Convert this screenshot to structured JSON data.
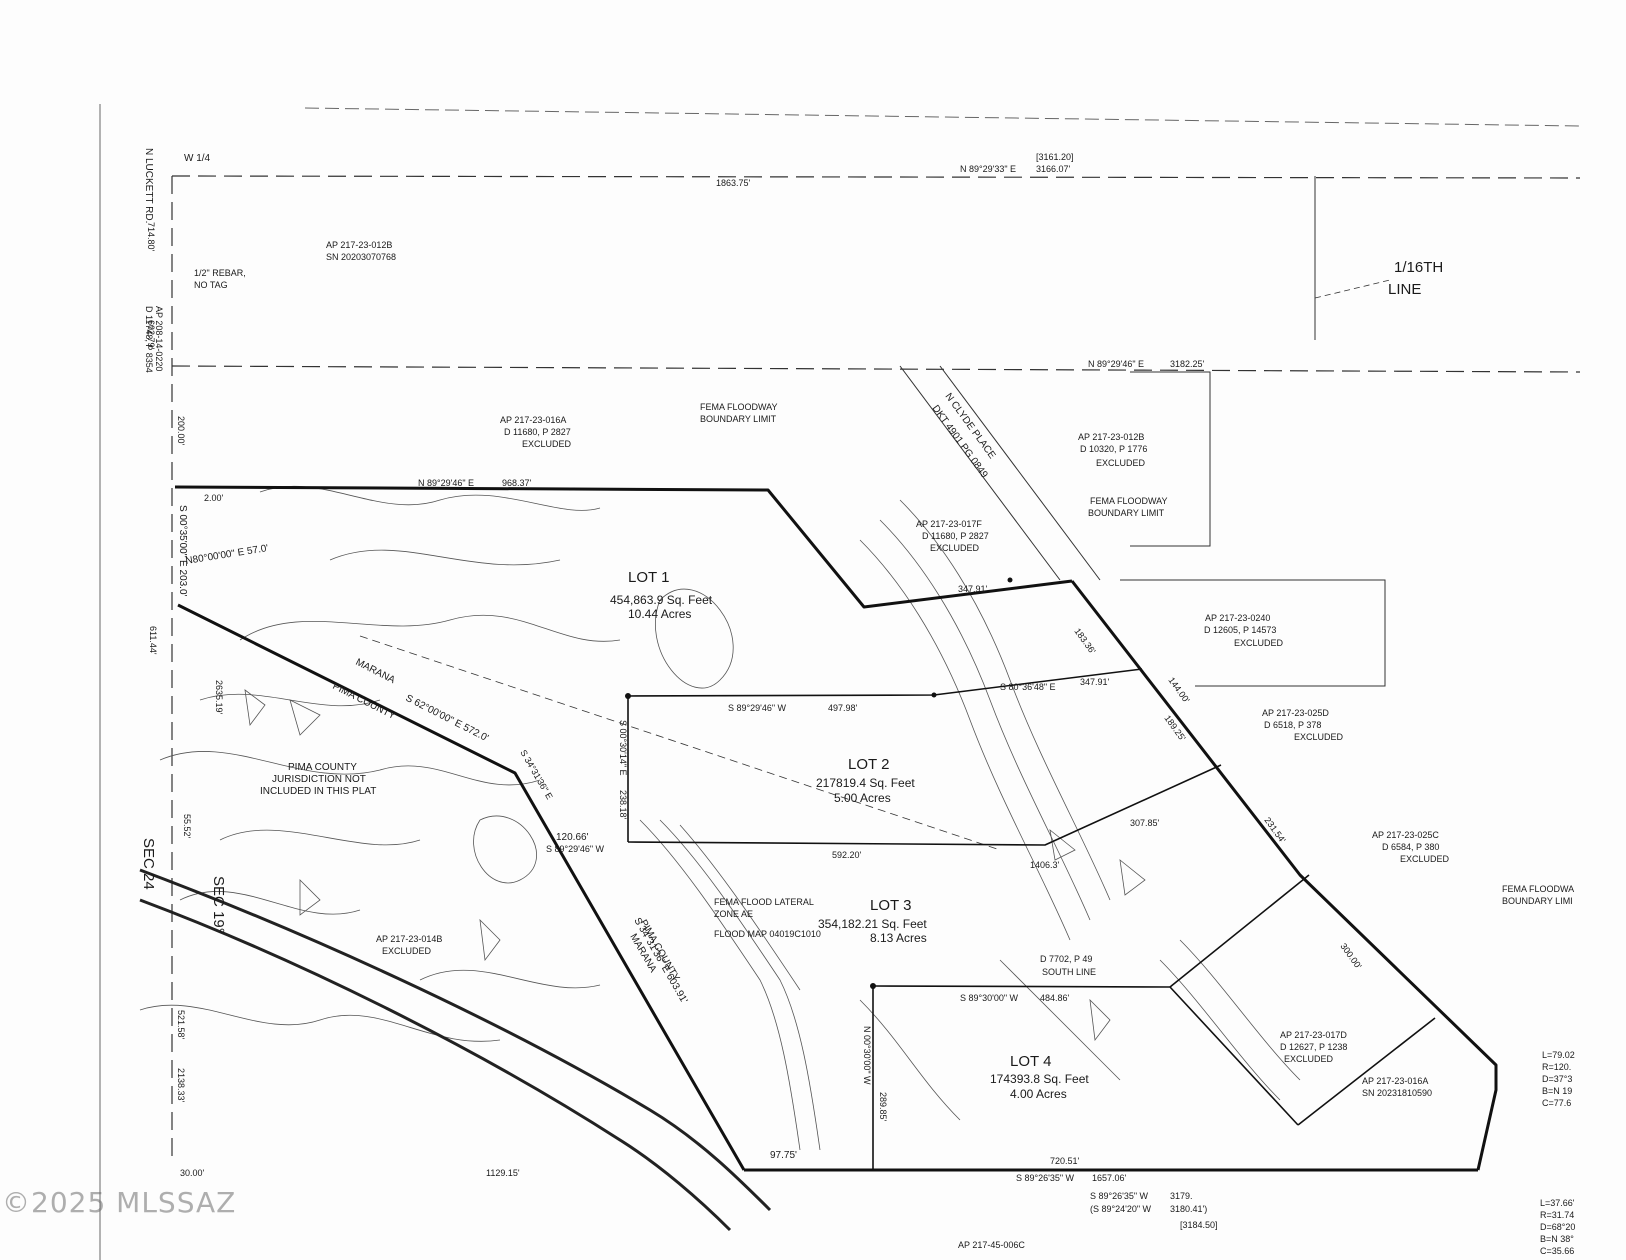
{
  "map": {
    "section_top_left": "W 1/4",
    "road_west": "N LUCKETT RD.",
    "road_clyde": "N CLYDE PLACE",
    "road_clyde_ref": "DKT 4901 PG 0849",
    "sixteenth_line_1": "1/16TH",
    "sixteenth_line_2": "LINE",
    "sec_24": "SEC 24",
    "sec_19": "SEC 19°",
    "rebar_1": "1/2\" REBAR,",
    "rebar_2": "NO TAG",
    "top_bearing": "N 89°29'33\" E",
    "top_dist": "3166.07'",
    "top_record": "[3161.20]",
    "top_partial": "1863.75'",
    "mid_bearing": "N 89°29'46\" E",
    "mid_dist": "3182.25'",
    "west_dist_1": "714.80'",
    "west_dist_2": "602.79'",
    "west_dist_3": "200.00'",
    "west_dist_4": "2635.19'",
    "west_dist_5": "55.52'",
    "west_dist_6": "521.58'",
    "west_dist_7": "2138.33'",
    "west_dist_8": "611.44'"
  },
  "parcels": {
    "ap_012b_top_1": "AP 217-23-012B",
    "ap_012b_top_2": "SN 20203070768",
    "ap_016a_1": "AP 217-23-016A",
    "ap_016a_2": "D 11680, P 2827",
    "ap_016a_3": "EXCLUDED",
    "ap_012b_right_1": "AP 217-23-012B",
    "ap_012b_right_2": "D 10320, P 1776",
    "ap_012b_right_3": "EXCLUDED",
    "ap_017f_1": "AP 217-23-017F",
    "ap_017f_2": "D 11680, P 2827",
    "ap_017f_3": "EXCLUDED",
    "ap_024_1": "AP 217-23-0240",
    "ap_024_2": "D 12605, P 14573",
    "ap_024_3": "EXCLUDED",
    "ap_025d_1": "AP 217-23-025D",
    "ap_025d_2": "D 6518, P 378",
    "ap_025d_3": "EXCLUDED",
    "ap_025c_1": "AP 217-23-025C",
    "ap_025c_2": "D 6584, P 380",
    "ap_025c_3": "EXCLUDED",
    "ap_014b_1": "AP 217-23-014B",
    "ap_014b_2": "EXCLUDED",
    "ap_017d_1": "AP 217-23-017D",
    "ap_017d_2": "D 12627, P 1238",
    "ap_017d_3": "EXCLUDED",
    "ap_016a_s_1": "AP 217-23-016A",
    "ap_016a_s_2": "SN 20231810590",
    "ap_45_006c": "AP 217-45-006C",
    "ap_208_1": "AP 208-14-0220",
    "ap_208_2": "D 11748, P 8354"
  },
  "labels": {
    "fema_1_a": "FEMA FLOODWAY",
    "fema_1_b": "BOUNDARY LIMIT",
    "fema_2_a": "FEMA FLOODWAY",
    "fema_2_b": "BOUNDARY LIMIT",
    "fema_3_a": "FEMA FLOODWA",
    "fema_3_b": "BOUNDARY LIMI",
    "pima_juris_1": "PIMA COUNTY",
    "pima_juris_2": "JURISDICTION NOT",
    "pima_juris_3": "INCLUDED IN THIS PLAT",
    "pima_county": "PIMA COUNTY",
    "marana": "MARANA",
    "flood_zone_1": "FEMA FLOOD LATERAL",
    "flood_zone_2": "ZONE AE",
    "flood_zone_3": "FLOOD MAP 04019C1010",
    "south_line_1": "D 7702, P 49",
    "south_line_2": "SOUTH LINE"
  },
  "lots": {
    "lot1_name": "LOT 1",
    "lot1_sqft": "454,863.9 Sq. Feet",
    "lot1_acres": "10.44 Acres",
    "lot2_name": "LOT 2",
    "lot2_sqft": "217819.4 Sq. Feet",
    "lot2_acres": "5.00 Acres",
    "lot3_name": "LOT 3",
    "lot3_sqft": "354,182.21 Sq. Feet",
    "lot3_acres": "8.13 Acres",
    "lot4_name": "LOT 4",
    "lot4_sqft": "174393.8 Sq. Feet",
    "lot4_acres": "4.00 Acres"
  },
  "bearings": {
    "lot1_north_bearing": "N 89°29'46\" E",
    "lot1_north_dist": "968.37'",
    "lot1_nw_dist": "2.00'",
    "lot1_west": "S 00°35'00\" E 203.0'",
    "lot1_nw_leg": "N80°00'00\" E 57.0'",
    "lot2_north_bearing": "S 89°29'46\" W",
    "lot2_north_dist": "497.98'",
    "lot2_north_right": "S 80°36'48\" E",
    "lot2_north_right_dist": "347.91'",
    "lot2_west": "S 00°30'14\" E",
    "lot2_west_dist": "238.18'",
    "lot2_south_dist": "592.20'",
    "lot2_south_left": "120.66'",
    "lot2_south_bearing": "S 89°29'46\" W",
    "lot3_diag": "S 62°00'00\" E 572.0'",
    "lot3_diag_2": "S 34°31'36\" E",
    "lot3_inner_dist": "307.85'",
    "lot3_inner_dist_2": "1406.3'",
    "lot4_north_bearing": "S 89°30'00\" W",
    "lot4_north_dist": "484.86'",
    "lot4_west": "N 00°30'00\" W",
    "lot4_west_dist": "289.85'",
    "lot4_south_dist": "720.51'",
    "south_bearing": "S 89°26'35\" W",
    "south_dist": "1657.06'",
    "south_total": "3179.",
    "south_record": "(S 89°24'20\" W",
    "south_record_dist": "3180.41')",
    "south_record_2": "[3184.50]",
    "south_left_dist": "1129.15'",
    "south_left_30": "30.00'",
    "south_97": "97.75'",
    "clyde_dist_1": "183.36'",
    "clyde_dist_2": "144.00'",
    "clyde_dist_3": "189.25'",
    "clyde_dist_4": "231.54'",
    "clyde_dist_5": "300.00'",
    "diag_lower": "S 34°31'36\" E 603.91'",
    "lot1_east_dist": "347.91'"
  },
  "curves": {
    "curve1_l": "L=79.02",
    "curve1_r": "R=120.",
    "curve1_d": "D=37°3",
    "curve1_b": "B=N 19",
    "curve1_c": "C=77.6",
    "curve2_l": "L=37.66'",
    "curve2_r": "R=31.74",
    "curve2_d": "D=68°20",
    "curve2_b": "B=N 38°",
    "curve2_c": "C=35.66"
  },
  "watermark": "©2025 MLSSAZ"
}
